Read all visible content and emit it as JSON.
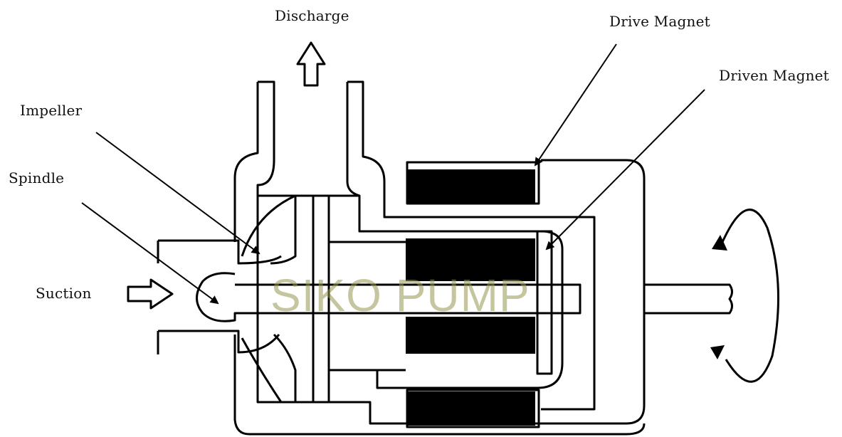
{
  "labels": {
    "discharge": "Discharge",
    "drive_magnet": "Drive Magnet",
    "driven_magnet": "Driven Magnet",
    "impeller": "Impeller",
    "spindle": "Spindle",
    "suction": "Suction"
  },
  "watermark": "SIKO PUMP",
  "colors": {
    "line": "#000000",
    "watermark": "#9a9a50"
  }
}
